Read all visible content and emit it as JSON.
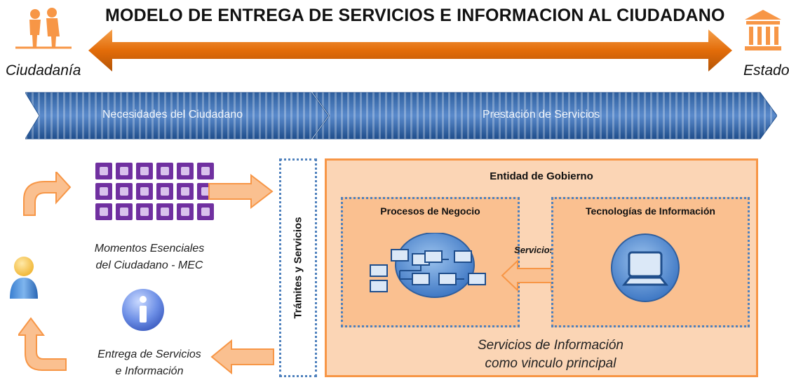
{
  "title": "MODELO DE ENTREGA DE SERVICIOS E INFORMACION AL CIUDADANO",
  "left_label": "Ciudadanía",
  "right_label": "Estado",
  "banner": {
    "left": "Necesidades del Ciudadano",
    "right": "Prestación de Servicios"
  },
  "mec_label_line1": "Momentos Esenciales",
  "mec_label_line2": "del Ciudadano - MEC",
  "entrega_label_line1": "Entrega de Servicios",
  "entrega_label_line2": "e Información",
  "tramites_label": "Trámites y Servicios",
  "entidad_label": "Entidad de Gobierno",
  "procesos_label": "Procesos de Negocio",
  "tecnologias_label": "Tecnologías de Información",
  "servicios_link_label": "Servicios",
  "footer_line1": "Servicios de Información",
  "footer_line2": "como vinculo principal",
  "colors": {
    "orange": "#e36c09",
    "light_orange": "#fbd5b5",
    "mid_orange": "#fac090",
    "banner_blue": "#1f4e8c",
    "dotted_blue": "#4f81bd",
    "purple": "#7030a0"
  },
  "icons": [
    "citizens-icon",
    "government-building-icon",
    "person-icon",
    "info-icon",
    "process-network-icon",
    "laptop-icon",
    "mec-grid-icon"
  ]
}
